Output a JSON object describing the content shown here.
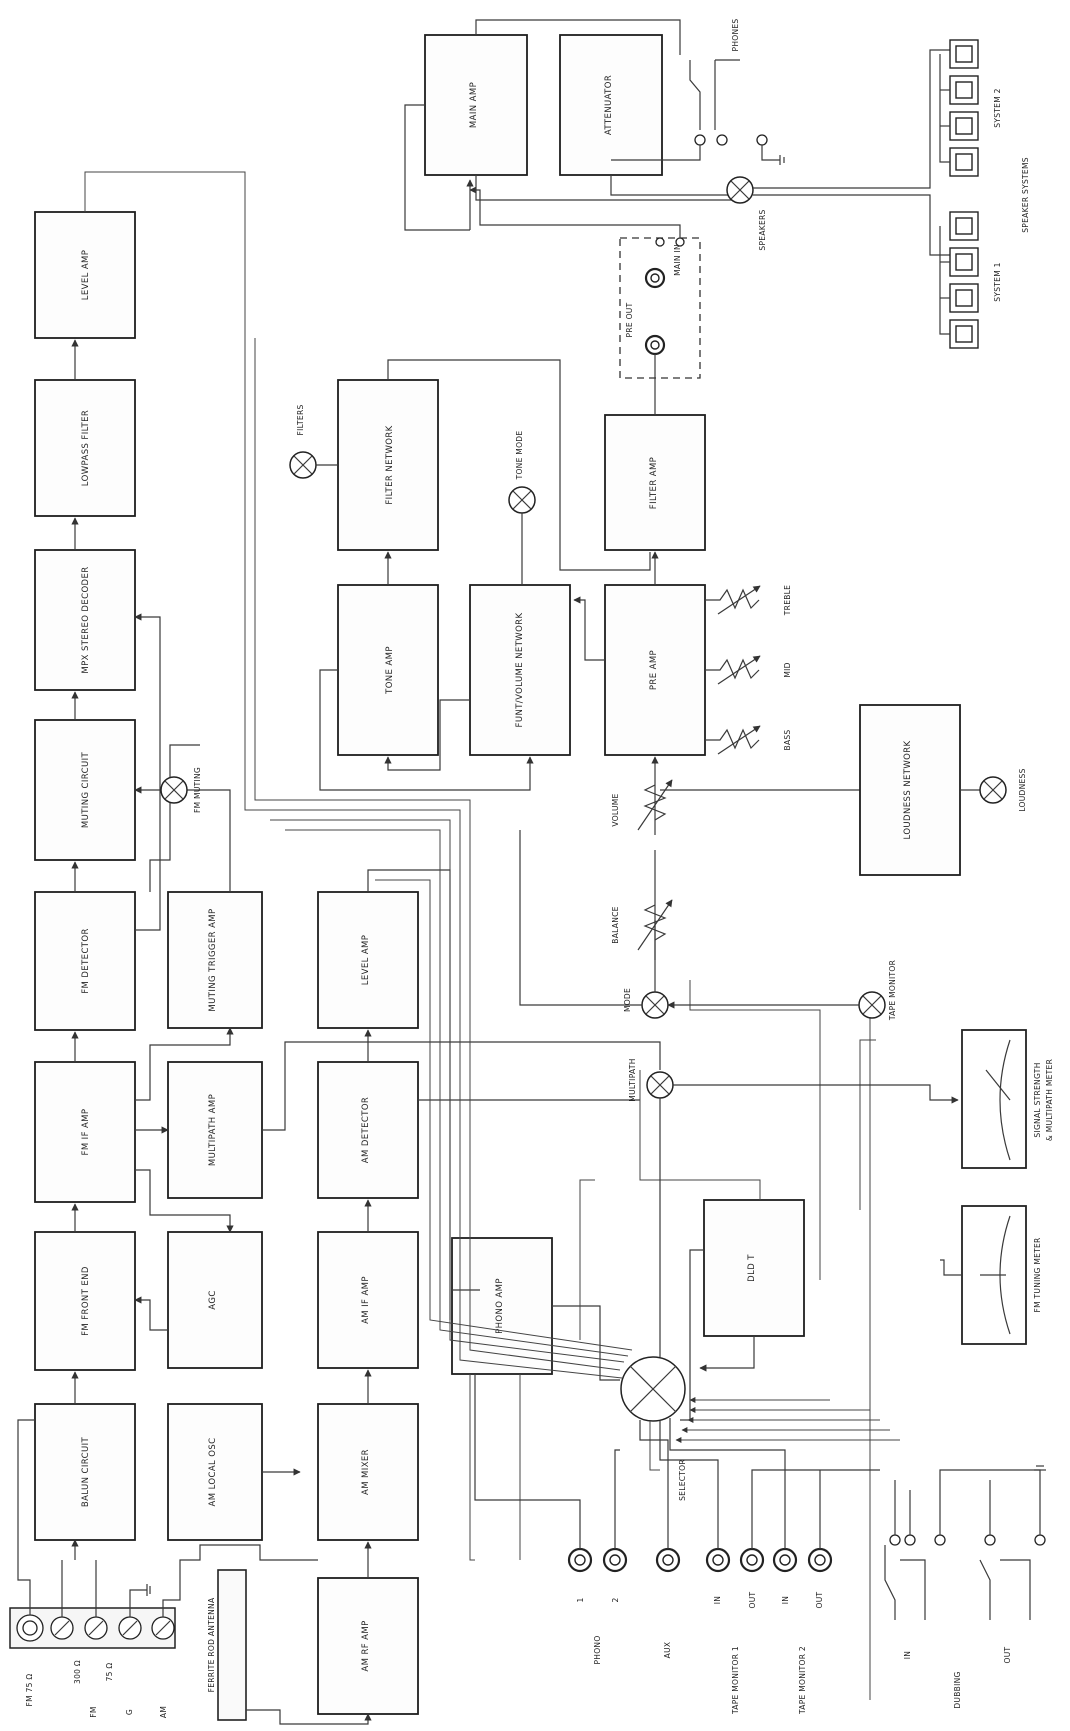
{
  "blocks": {
    "level_amp_top": "LEVEL AMP",
    "lowpass_filter": "LOWPASS FILTER",
    "mpx_stereo_decoder": "MPX STEREO DECODER",
    "muting_circuit": "MUTING CIRCUIT",
    "fm_detector": "FM DETECTOR",
    "fm_if_amp": "FM IF AMP",
    "fm_front_end": "FM FRONT END",
    "balun_circuit": "BALUN CIRCUIT",
    "muting_trigger_amp": "MUTING TRIGGER AMP",
    "multipath_amp": "MULTIPATH AMP",
    "agc": "AGC",
    "am_local_osc": "AM LOCAL OSC",
    "level_amp_am": "LEVEL AMP",
    "am_detector": "AM DETECTOR",
    "am_if_amp": "AM IF AMP",
    "am_mixer": "AM MIXER",
    "am_rf_amp": "AM RF AMP",
    "phono_amp": "PHONO AMP",
    "dld_t": "DLD T",
    "filter_network": "FILTER NETWORK",
    "tone_amp": "TONE AMP",
    "function_network": "FUNT/VOLUME NETWORK",
    "filter_amp": "FILTER AMP",
    "pre_amp": "PRE AMP",
    "loudness_network": "LOUDNESS NETWORK",
    "main_amp": "MAIN AMP",
    "attenuator": "ATTENUATOR"
  },
  "controls": {
    "fm_muting": "FM MUTING",
    "filters": "FILTERS",
    "tone_mode": "TONE MODE",
    "loudness": "LOUDNESS",
    "speakers": "SPEAKERS",
    "mode": "MODE",
    "multipath": "MULTIPATH",
    "tape_monitor": "TAPE MONITOR",
    "selector": "SELECTOR",
    "balance": "BALANCE",
    "volume": "VOLUME",
    "bass": "BASS",
    "mid": "MID",
    "treble": "TREBLE"
  },
  "antenna": {
    "fm_75": "FM 75 Ω",
    "ohm_300": "300 Ω",
    "ohm_75": "75 Ω",
    "fm": "FM",
    "g": "G",
    "am": "AM",
    "ferrite": "FERRITE ROD ANTENNA"
  },
  "jacks": {
    "phono": "PHONO",
    "phono_1": "1",
    "phono_2": "2",
    "aux": "AUX",
    "in": "IN",
    "out": "OUT",
    "tape_monitor_1": "TAPE MONITOR 1",
    "tape_monitor_2": "TAPE MONITOR 2",
    "dubbing": "DUBBING",
    "pre_out": "PRE OUT",
    "main_in": "MAIN IN",
    "phones": "PHONES"
  },
  "meters": {
    "signal_strength": "SIGNAL STRENGTH",
    "multipath_meter": "& MULTIPATH METER",
    "fm_tuning": "FM TUNING METER"
  },
  "speakers": {
    "system_1": "SYSTEM 1",
    "system_2": "SYSTEM 2",
    "speaker_systems": "SPEAKER SYSTEMS"
  }
}
